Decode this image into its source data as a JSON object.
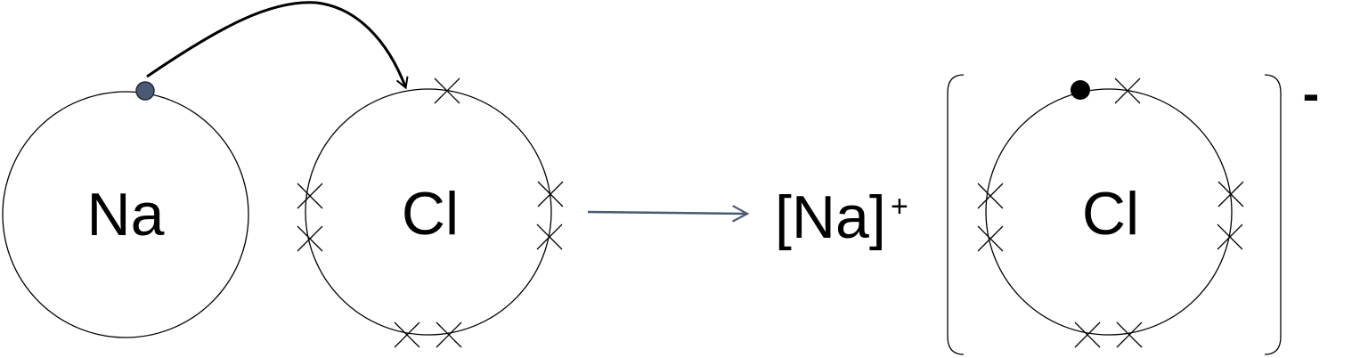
{
  "labels": {
    "na_atom": "Na",
    "cl_atom": "Cl",
    "na_ion": "[Na]",
    "na_ion_charge": "+",
    "cl_ion": "Cl",
    "cl_ion_charge": "-"
  },
  "colors": {
    "line": "#000000",
    "transfer_electron": "#4a5a75",
    "reaction_arrow": "#4a5a75",
    "gained_electron": "#000000"
  }
}
